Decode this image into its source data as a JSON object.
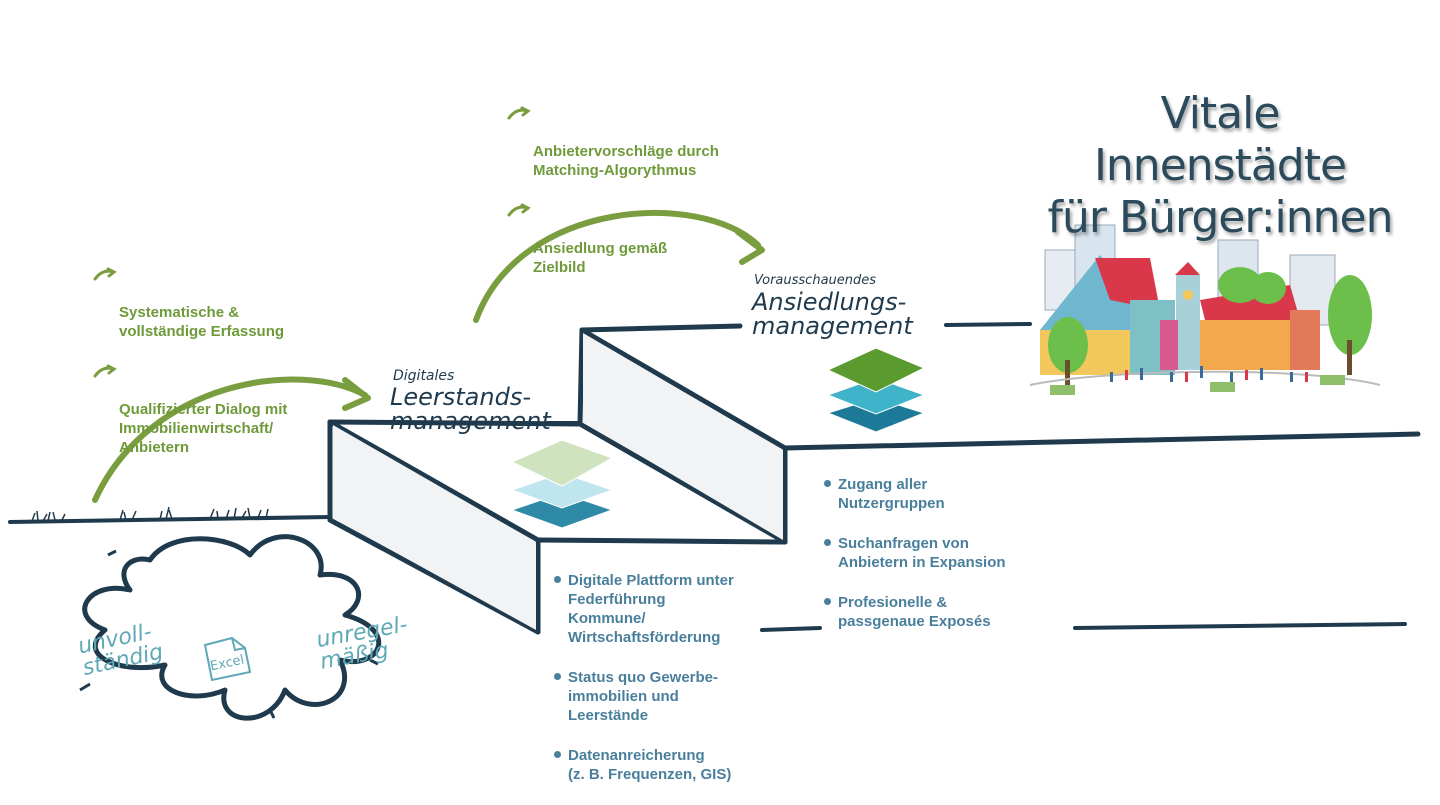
{
  "title": {
    "line1": "Vitale Innenstädte",
    "line2": "für Bürger:innen"
  },
  "stages": {
    "stage1": {
      "label_small": "Digitales",
      "label_big": "Leerstands-\nmanagement"
    },
    "stage2": {
      "label_small": "Vorausschauendes",
      "label_big": "Ansiedlungs-\nmanagement"
    }
  },
  "puddle": {
    "left_label": "unvoll-\nständig",
    "right_label": "unregel-\nmäßig",
    "file_label": "Excel"
  },
  "arrow_notes_stage1": [
    "Systematische &\nvollständige Erfassung",
    "Qualifizierter Dialog mit\nImmobilienwirtschaft/\nAnbietern"
  ],
  "arrow_notes_stage2": [
    "Anbietervorschläge durch\nMatching-Algorythmus",
    "Ansiedlung gemäß\nZielbild"
  ],
  "bullets_stage1": [
    "Digitale Plattform unter\nFederführung\nKommune/\nWirtschaftsförderung",
    "Status quo Gewerbe-\nimmobilien und\nLeerstände",
    "Datenanreicherung\n(z. B. Frequenzen, GIS)"
  ],
  "bullets_stage2": [
    "Zugang aller\nNutzergruppen",
    "Suchanfragen von\nAnbietern in Expansion",
    "Profesionelle &\npassgenaue Exposés"
  ],
  "colors": {
    "green_text": "#6e9a3a",
    "blue_text": "#4a7f9c",
    "line_dark": "#1f3a4d",
    "layer_light_1": "#cfe3bf",
    "layer_light_2": "#bfe5ee",
    "layer_light_3": "#2f8aa8",
    "layer_dark_1": "#5a9a2e",
    "layer_dark_2": "#3fb3c9",
    "layer_dark_3": "#1c7a98"
  }
}
